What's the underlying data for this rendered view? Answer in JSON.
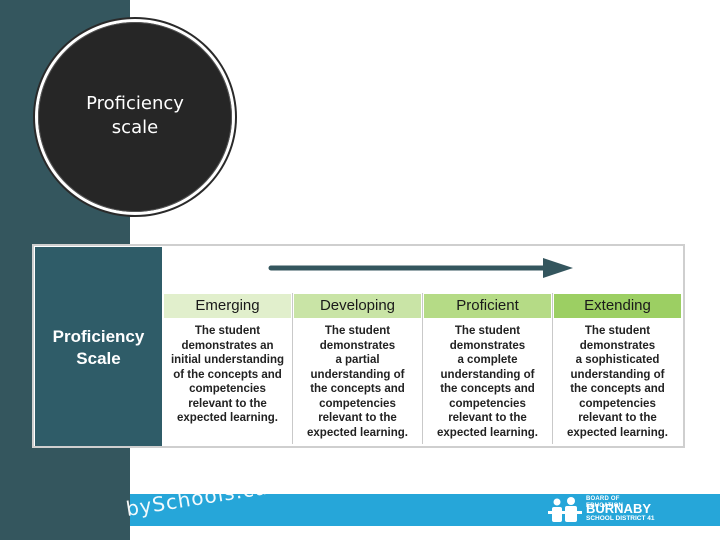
{
  "slide": {
    "circle_title": "Proficiency\nscale"
  },
  "table": {
    "row_header": "Proficiency\nScale",
    "levels": [
      {
        "label": "Emerging",
        "color": "#e1efcc",
        "description": "The student\ndemonstrates an\ninitial understanding\nof the concepts and\ncompetencies\nrelevant to the\nexpected learning."
      },
      {
        "label": "Developing",
        "color": "#c9e4a6",
        "description": "The student\ndemonstrates\na partial\nunderstanding of\nthe concepts and\ncompetencies\nrelevant to the\nexpected learning."
      },
      {
        "label": "Proficient",
        "color": "#b5db86",
        "description": "The student\ndemonstrates\na complete\nunderstanding of\nthe concepts and\ncompetencies\nrelevant to the\nexpected learning."
      },
      {
        "label": "Extending",
        "color": "#9ccf63",
        "description": "The student\ndemonstrates\na sophisticated\nunderstanding of\nthe concepts and\ncompetencies\nrelevant to the\nexpected learning."
      }
    ],
    "arrow_icon": "right-arrow-icon"
  },
  "footer": {
    "site_text": "bySchools.ca",
    "logo": {
      "line1": "BOARD OF EDUCATION",
      "line2": "BURNABY",
      "line3": "SCHOOL DISTRICT 41",
      "icon": "people-icon"
    }
  },
  "colors": {
    "left_strip": "#34565e",
    "circle": "#262626",
    "scale_header": "#2f5c68",
    "footer_bar": "#26a6d9"
  }
}
